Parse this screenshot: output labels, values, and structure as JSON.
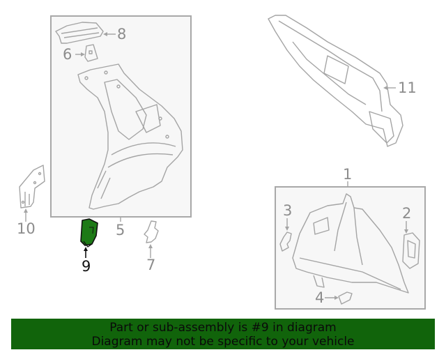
{
  "diagram": {
    "callouts": [
      {
        "id": "1",
        "label": "1"
      },
      {
        "id": "2",
        "label": "2"
      },
      {
        "id": "3",
        "label": "3"
      },
      {
        "id": "4",
        "label": "4"
      },
      {
        "id": "5",
        "label": "5"
      },
      {
        "id": "6",
        "label": "6"
      },
      {
        "id": "7",
        "label": "7"
      },
      {
        "id": "8",
        "label": "8"
      },
      {
        "id": "9",
        "label": "9"
      },
      {
        "id": "10",
        "label": "10"
      },
      {
        "id": "11",
        "label": "11"
      }
    ],
    "highlighted_part": "9",
    "colors": {
      "highlight_fill": "#1d7a16",
      "line": "#a0a0a0",
      "box_bg": "#f7f7f7",
      "banner_bg": "#11640b"
    }
  },
  "banner": {
    "line1": "Part or sub-assembly is #9 in diagram",
    "line2": "Diagram may not be specific to your vehicle"
  }
}
